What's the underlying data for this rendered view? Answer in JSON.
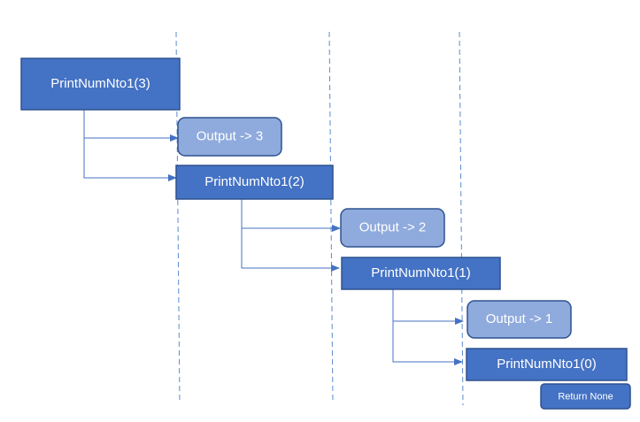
{
  "colors": {
    "call_fill": "#4472C4",
    "call_border": "#2F528F",
    "output_fill": "#8FAADC",
    "connector": "#4472C4",
    "divider": "#5B8BD0",
    "background": "#FFFFFF"
  },
  "calls": [
    {
      "label": "PrintNumNto1(3)"
    },
    {
      "label": "PrintNumNto1(2)"
    },
    {
      "label": "PrintNumNto1(1)"
    },
    {
      "label": "PrintNumNto1(0)"
    }
  ],
  "outputs": [
    {
      "label": "Output -> 3"
    },
    {
      "label": "Output -> 2"
    },
    {
      "label": "Output -> 1"
    }
  ],
  "return_box": {
    "label": "Return None"
  }
}
